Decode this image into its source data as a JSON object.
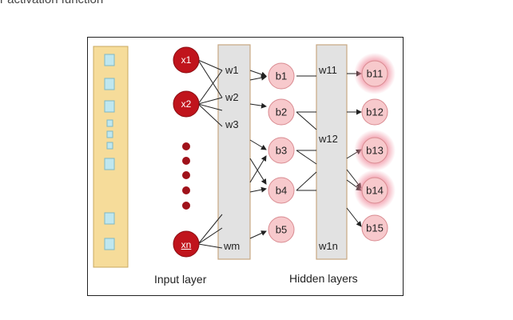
{
  "caption": "r activation function",
  "input_nodes": [
    {
      "id": "x1",
      "label": "x1"
    },
    {
      "id": "x2",
      "label": "x2"
    },
    {
      "id": "xn",
      "label": "xn"
    }
  ],
  "weights_layer1": [
    "w1",
    "w2",
    "w3",
    "wm"
  ],
  "hidden_layer1": [
    "b1",
    "b2",
    "b3",
    "b4",
    "b5"
  ],
  "weights_layer2": [
    "w11",
    "w12",
    "w1n"
  ],
  "hidden_layer2": [
    "b11",
    "b12",
    "b13",
    "b14",
    "b15"
  ],
  "highlighted_nodes": [
    "b11",
    "b13",
    "b14"
  ],
  "labels": {
    "input_layer": "Input layer",
    "hidden_layers": "Hidden layers"
  },
  "colors": {
    "input_node": "#c0141c",
    "hidden_node": "#f7c9cc",
    "hidden_node_border": "#d98a90",
    "glow": "#f08fa0",
    "weight_bar": "#e2e2e2",
    "weight_bar_border": "#c7a882",
    "input_strip": "#f6dc9a",
    "input_cell": "#bfe7ef"
  }
}
